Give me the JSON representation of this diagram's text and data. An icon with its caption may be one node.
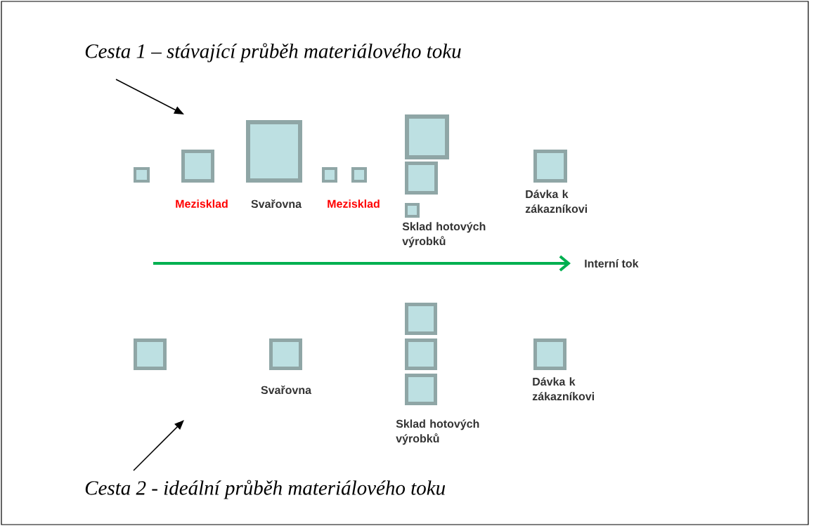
{
  "diagram": {
    "nodes": [
      {
        "text": [],
        "shape": "box"
      },
      {
        "text": [],
        "shape": "box"
      },
      {
        "text": [],
        "shape": "box"
      },
      {
        "text": [],
        "shape": "box"
      },
      {
        "text": [],
        "shape": "box"
      },
      {
        "text": [],
        "shape": "box"
      },
      {
        "text": [],
        "shape": "box"
      },
      {
        "text": [],
        "shape": "box"
      },
      {
        "text": [],
        "shape": "box",
        "beside": [
          "Dávka k zákazníkovi"
        ]
      },
      {
        "text": [],
        "shape": "box"
      },
      {
        "text": [],
        "shape": "box"
      },
      {
        "text": [],
        "shape": "box"
      },
      {
        "text": [],
        "shape": "box"
      },
      {
        "text": [],
        "shape": "box"
      },
      {
        "text": [],
        "shape": "box",
        "beside": [
          "Dávka k zákazníkovi"
        ]
      }
    ],
    "labels": [
      "Cesta 1 – stávající průběh materiálového toku",
      "Mezisklad",
      "Svařovna",
      "Mezisklad",
      "Sklad hotových výrobků",
      "Interní tok",
      "Svařovna",
      "Sklad hotových výrobků",
      "Cesta 2 -  ideální průběh materiálového toku"
    ]
  }
}
